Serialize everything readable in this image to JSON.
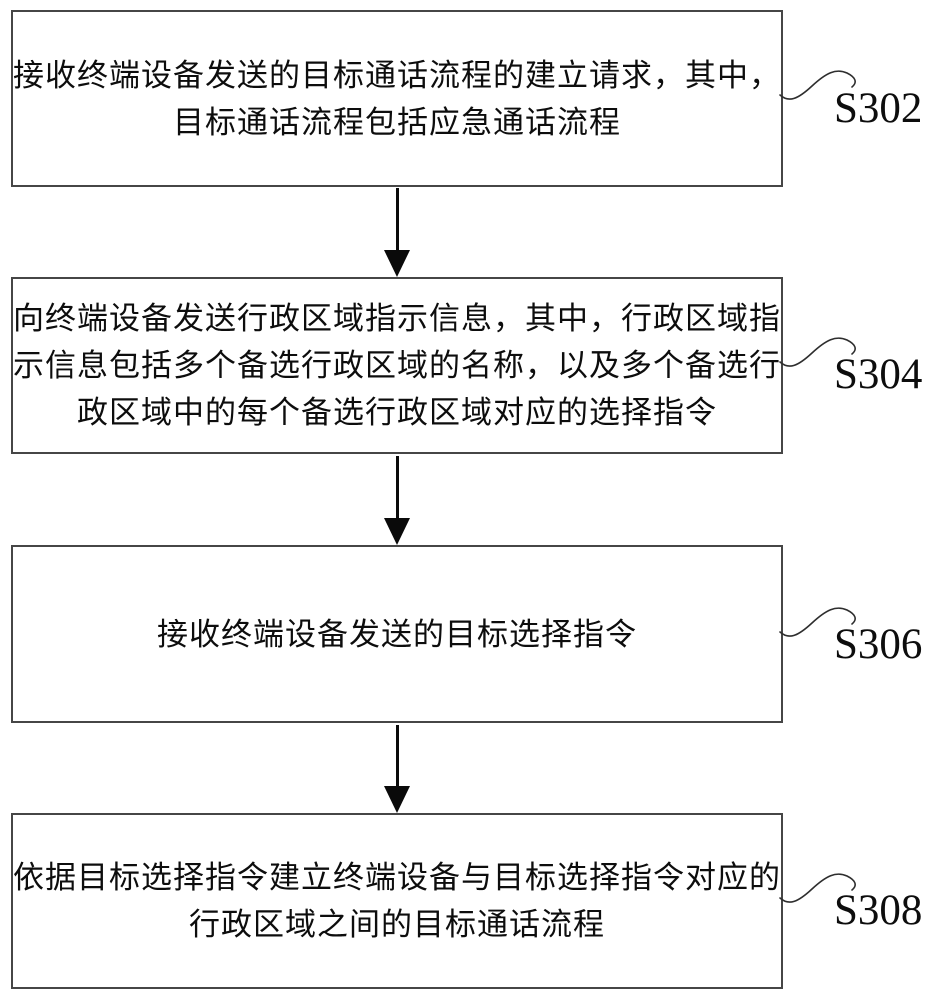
{
  "figure": {
    "type": "flowchart",
    "background_color": "#ffffff",
    "box_border_color": "#464646",
    "arrow_color": "#0a0a0a",
    "text_color": "#0d0d0d"
  },
  "steps": [
    {
      "id": "S302",
      "lines": [
        "接收终端设备发送的目标通话流程的建立请求，其中，",
        "目标通话流程包括应急通话流程"
      ]
    },
    {
      "id": "S304",
      "lines": [
        "向终端设备发送行政区域指示信息，其中，行政区域指",
        "示信息包括多个备选行政区域的名称，以及多个备选行",
        "政区域中的每个备选行政区域对应的选择指令"
      ]
    },
    {
      "id": "S306",
      "lines": [
        "接收终端设备发送的目标选择指令"
      ]
    },
    {
      "id": "S308",
      "lines": [
        "依据目标选择指令建立终端设备与目标选择指令对应的",
        "行政区域之间的目标通话流程"
      ]
    }
  ]
}
